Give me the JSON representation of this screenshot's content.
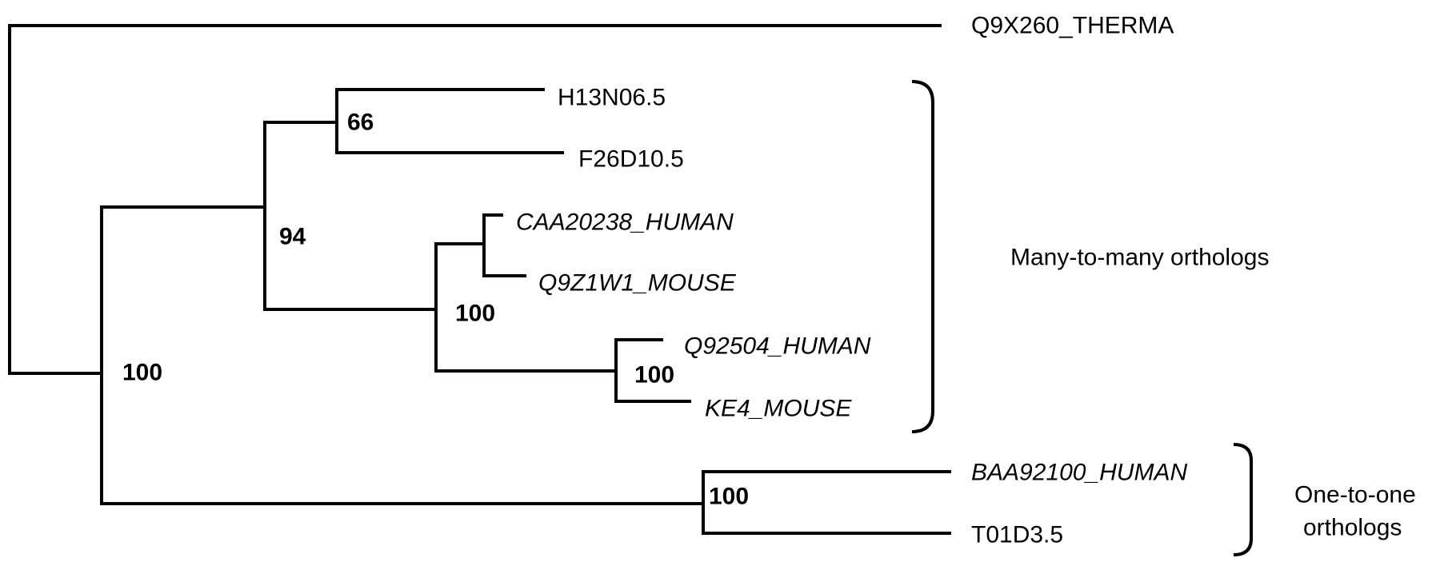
{
  "leaves": {
    "q9x260": "Q9X260_THERMA",
    "h13n06": "H13N06.5",
    "f26d10": "F26D10.5",
    "caa20238": "CAA20238_HUMAN",
    "q9z1w1": "Q9Z1W1_MOUSE",
    "q92504": "Q92504_HUMAN",
    "ke4": "KE4_MOUSE",
    "baa92100": "BAA92100_HUMAN",
    "t01d3": "T01D3.5"
  },
  "support": {
    "n_root": "100",
    "n_94": "94",
    "n_66": "66",
    "n_100_mm": "100",
    "n_100_q": "100",
    "n_100_oo": "100"
  },
  "groups": {
    "many": "Many-to-many orthologs",
    "one_line1": "One-to-one",
    "one_line2": "orthologs"
  }
}
